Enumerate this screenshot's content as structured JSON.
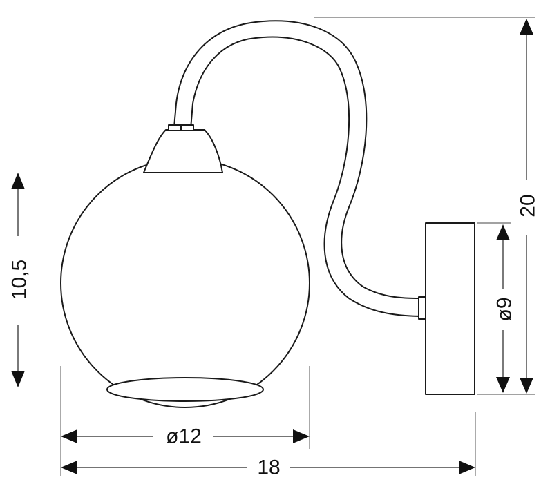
{
  "dimensions": {
    "shade_height": "10,5",
    "total_height": "20",
    "plate_diameter": "ø9",
    "shade_diameter": "ø12",
    "total_width": "18"
  }
}
